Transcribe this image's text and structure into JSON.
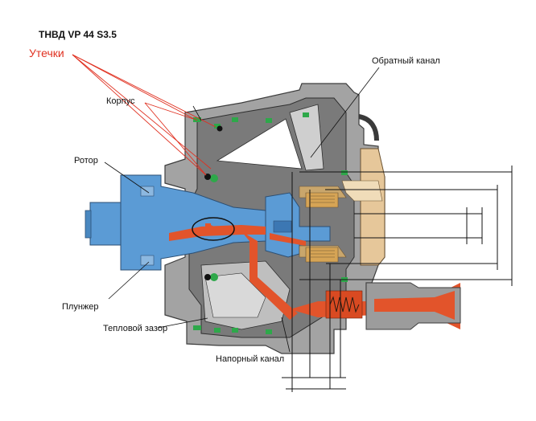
{
  "title": "ТНВД VP 44 S3.5",
  "leak_label": "Утечки",
  "labels": {
    "return_channel": "Обратный канал",
    "housing": "Корпус",
    "rotor": "Ротор",
    "plunger": "Плунжер",
    "thermal_gap": "Тепловой зазор",
    "pressure_channel": "Напорный канал"
  },
  "colors": {
    "housing_gray": "#8c8c8c",
    "housing_dark": "#4a4a4a",
    "rotor_blue": "#5b9bd5",
    "fuel_orange": "#e2542b",
    "seal_green": "#2ea84a",
    "valve_tan": "#e6c79a",
    "leak_red": "#e03020"
  }
}
